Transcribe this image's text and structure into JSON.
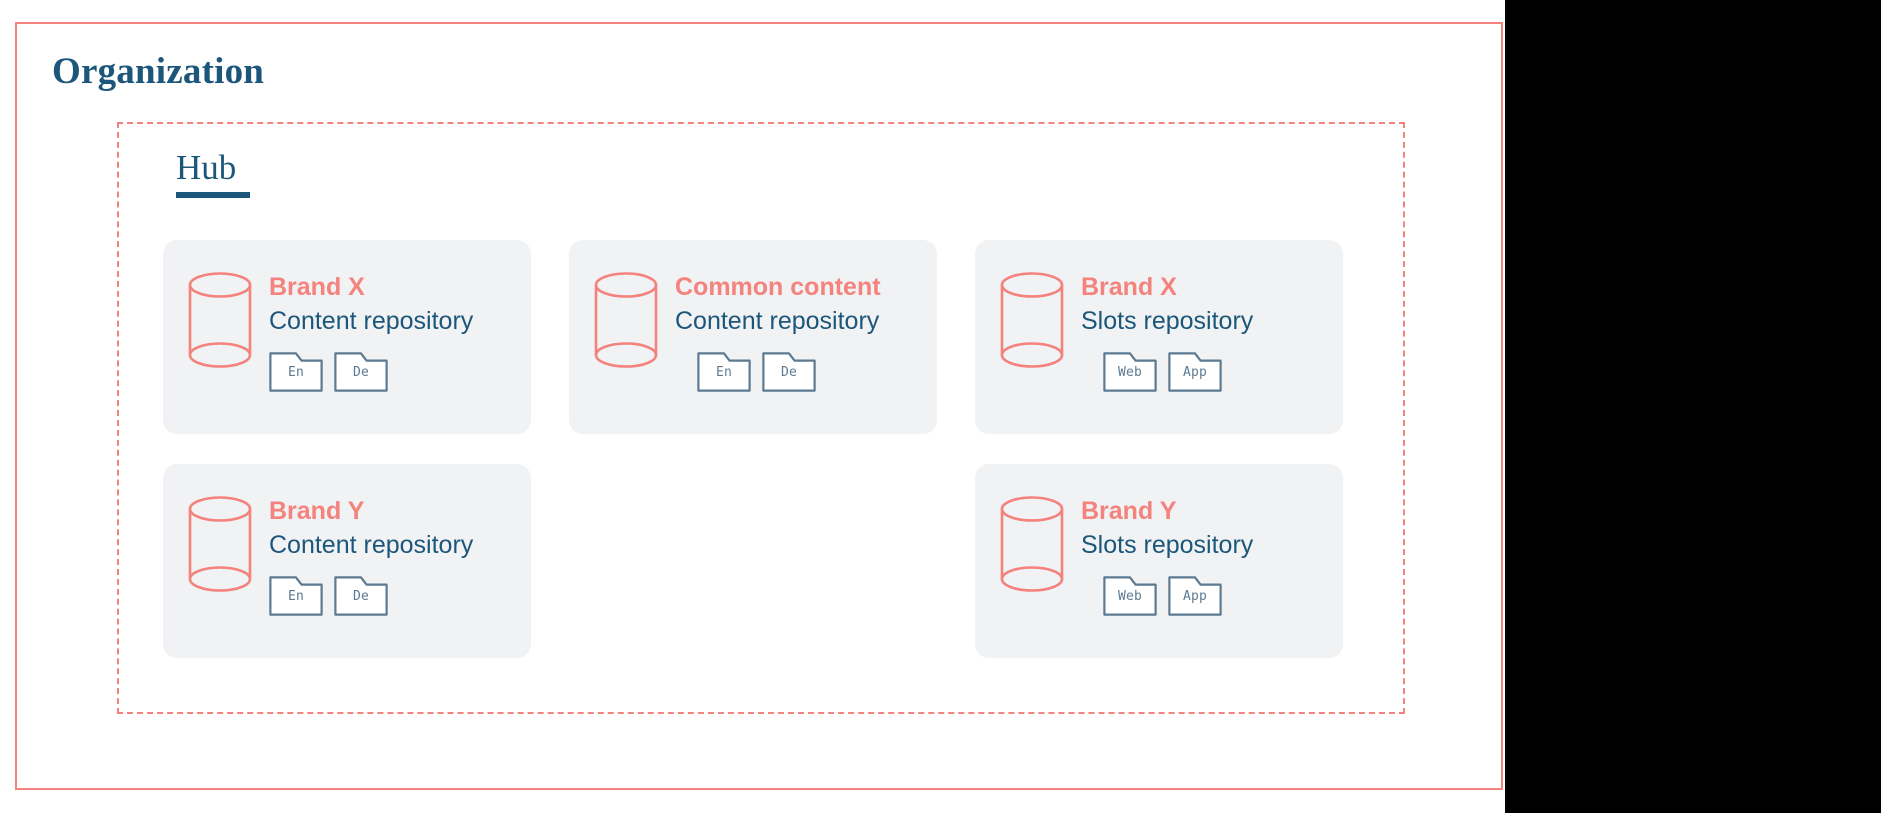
{
  "colors": {
    "accent_coral": "#F4827D",
    "navy": "#1C577B",
    "card_bg": "#F1F2F4",
    "badge_stroke": "#5C7A91",
    "badge_text": "#5C7A91",
    "canvas_bg": "#FFFFFF",
    "panel_black": "#000000"
  },
  "organization": {
    "title": "Organization"
  },
  "hub": {
    "title": "Hub"
  },
  "cards": [
    {
      "id": "brand-x-content-repository",
      "title": "Brand X",
      "subtitle": "Content repository",
      "icon": "database-cylinder-icon",
      "badges": [
        {
          "label": "En",
          "icon": "folder-icon"
        },
        {
          "label": "De",
          "icon": "folder-icon"
        }
      ],
      "badges_indented": false,
      "empty": false
    },
    {
      "id": "common-content-repository",
      "title": "Common content",
      "subtitle": "Content repository",
      "icon": "database-cylinder-icon",
      "badges": [
        {
          "label": "En",
          "icon": "folder-icon"
        },
        {
          "label": "De",
          "icon": "folder-icon"
        }
      ],
      "badges_indented": true,
      "empty": false
    },
    {
      "id": "brand-x-slots-repository",
      "title": "Brand X",
      "subtitle": "Slots repository",
      "icon": "database-cylinder-icon",
      "badges": [
        {
          "label": "Web",
          "icon": "folder-icon"
        },
        {
          "label": "App",
          "icon": "folder-icon"
        }
      ],
      "badges_indented": true,
      "empty": false
    },
    {
      "id": "brand-y-content-repository",
      "title": "Brand Y",
      "subtitle": "Content repository",
      "icon": "database-cylinder-icon",
      "badges": [
        {
          "label": "En",
          "icon": "folder-icon"
        },
        {
          "label": "De",
          "icon": "folder-icon"
        }
      ],
      "badges_indented": false,
      "empty": false
    },
    {
      "id": "empty-slot",
      "title": "",
      "subtitle": "",
      "icon": "",
      "badges": [],
      "badges_indented": false,
      "empty": true
    },
    {
      "id": "brand-y-slots-repository",
      "title": "Brand Y",
      "subtitle": "Slots repository",
      "icon": "database-cylinder-icon",
      "badges": [
        {
          "label": "Web",
          "icon": "folder-icon"
        },
        {
          "label": "App",
          "icon": "folder-icon"
        }
      ],
      "badges_indented": true,
      "empty": false
    }
  ]
}
